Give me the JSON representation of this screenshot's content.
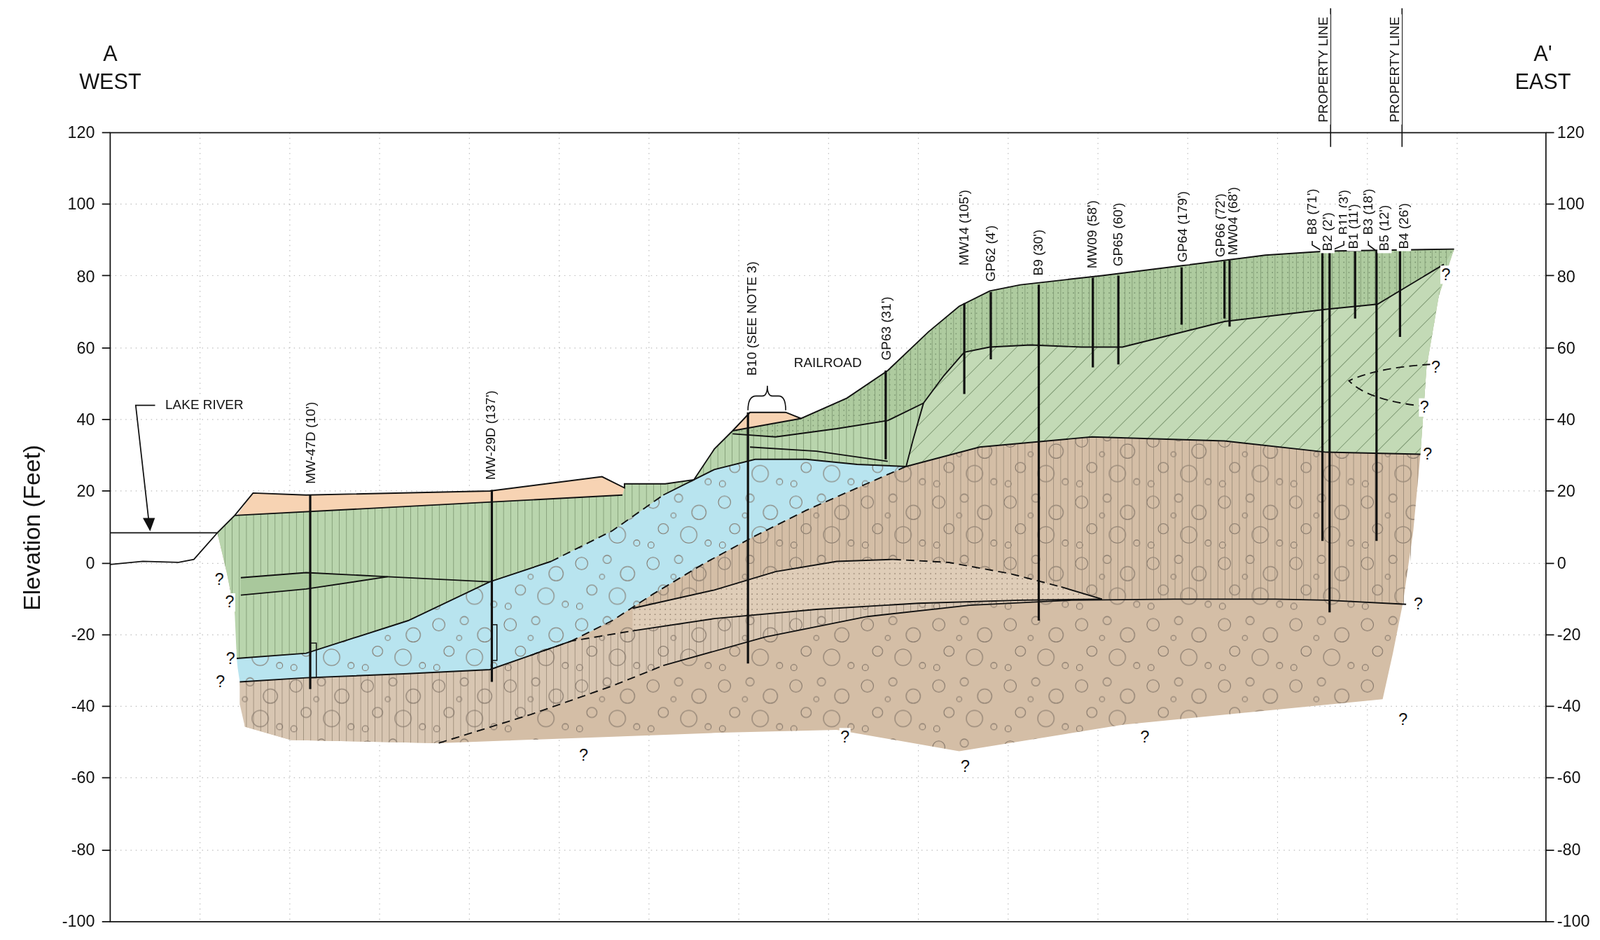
{
  "diagram": {
    "labels": [
      "A",
      "WEST",
      "A'",
      "EAST",
      "Elevation (Feet)",
      "120",
      "100",
      "80",
      "60",
      "40",
      "20",
      "0",
      "-20",
      "-40",
      "-60",
      "-80",
      "-100",
      "120",
      "100",
      "80",
      "60",
      "40",
      "20",
      "0",
      "-20",
      "-40",
      "-60",
      "-80",
      "-100",
      "LAKE RIVER",
      "RAILROAD",
      "PROPERTY LINE",
      "PROPERTY LINE",
      "MW-47D (10')",
      "MW-29D (137')",
      "B10 (SEE NOTE 3)",
      "GP63 (31')",
      "MW14 (105')",
      "GP62 (4')",
      "B9 (30')",
      "MW09 (58')",
      "GP65 (60')",
      "GP64 (179')",
      "GP66 (72')",
      "MW04 (68')",
      "B8 (71')",
      "B2 (2')",
      "B11 (3')",
      "B1 (11')",
      "B3 (18')",
      "B5 (12')",
      "B4 (26')",
      "?",
      "?",
      "?",
      "?",
      "?",
      "?",
      "?",
      "?",
      "?",
      "?",
      "?",
      "?",
      "?",
      "?"
    ]
  }
}
